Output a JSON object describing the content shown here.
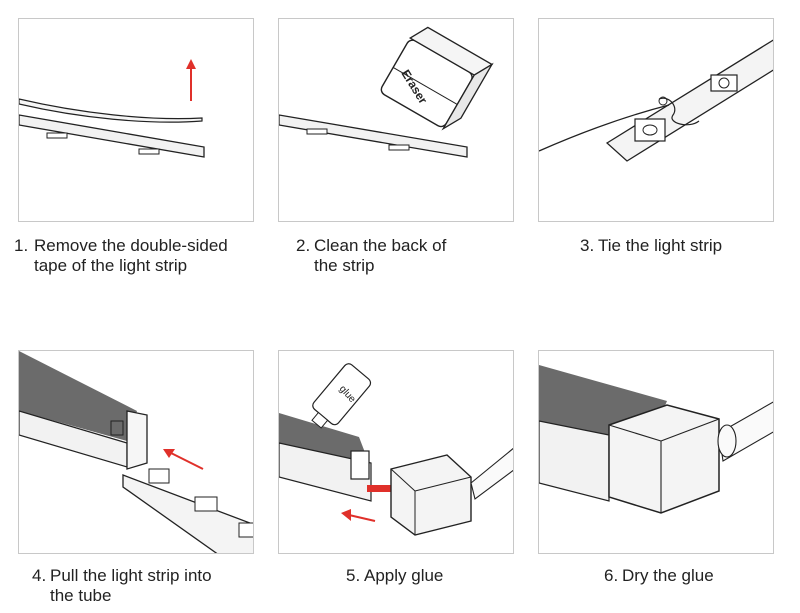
{
  "steps": [
    {
      "number": "1.",
      "line1": "Remove the double-sided",
      "line2": "tape of the light strip"
    },
    {
      "number": "2.",
      "line1": "Clean the back of",
      "line2": "the strip"
    },
    {
      "number": "3.",
      "line1": "Tie the light strip",
      "line2": ""
    },
    {
      "number": "4.",
      "line1": "Pull the light strip into",
      "line2": "the tube"
    },
    {
      "number": "5.",
      "line1": "Apply glue",
      "line2": ""
    },
    {
      "number": "6.",
      "line1": "Dry the glue",
      "line2": ""
    }
  ],
  "labels": {
    "eraser": "Eraser",
    "glue": "glue"
  },
  "colors": {
    "arrow": "#e0302a",
    "tube": "#6b6b6b",
    "line": "#222222",
    "connector": "#f4f4f4"
  }
}
